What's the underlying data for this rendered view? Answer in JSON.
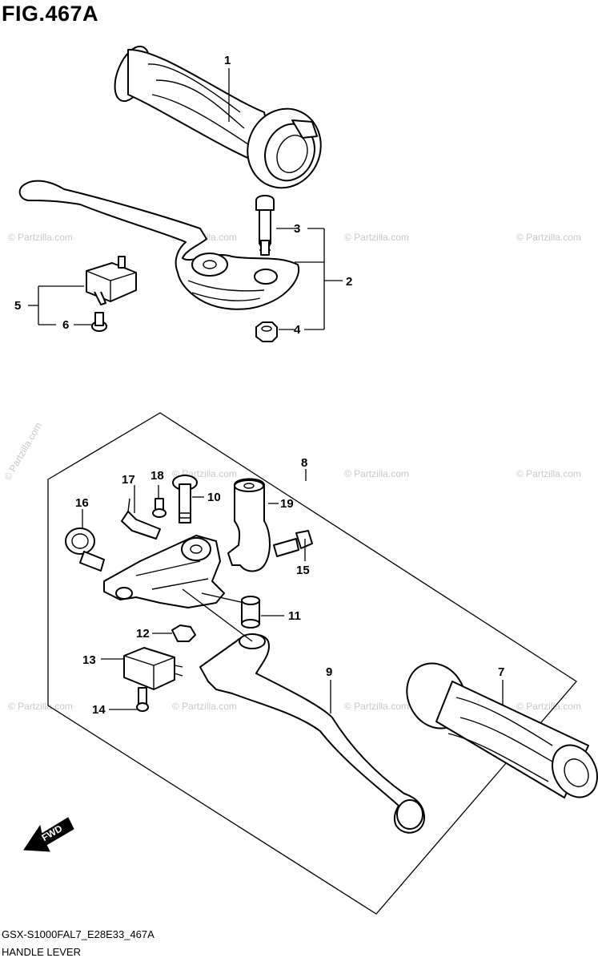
{
  "figure": {
    "title": "FIG.467A",
    "model_code": "GSX-S1000FAL7_E28E33_467A",
    "name": "HANDLE LEVER"
  },
  "watermark": "© Partzilla.com",
  "fwd_label": "FWD",
  "callouts": {
    "c1": "1",
    "c2": "2",
    "c3": "3",
    "c4": "4",
    "c5": "5",
    "c6": "6",
    "c7": "7",
    "c8": "8",
    "c9": "9",
    "c10": "10",
    "c11": "11",
    "c12": "12",
    "c13": "13",
    "c14": "14",
    "c15": "15",
    "c16": "16",
    "c17": "17",
    "c18": "18",
    "c19": "19"
  }
}
